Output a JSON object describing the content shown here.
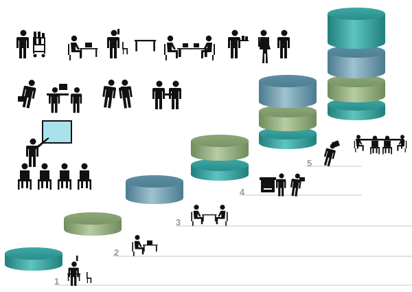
{
  "colors": {
    "teal": "#2f9c9a",
    "olive": "#94ad7e",
    "steel": "#6f9dae",
    "stair_line": "#c4c4c4",
    "number": "#9a9a9a",
    "figure": "#111111"
  },
  "steps": [
    {
      "number": "1"
    },
    {
      "number": "2"
    },
    {
      "number": "3"
    },
    {
      "number": "4"
    },
    {
      "number": "5"
    }
  ]
}
